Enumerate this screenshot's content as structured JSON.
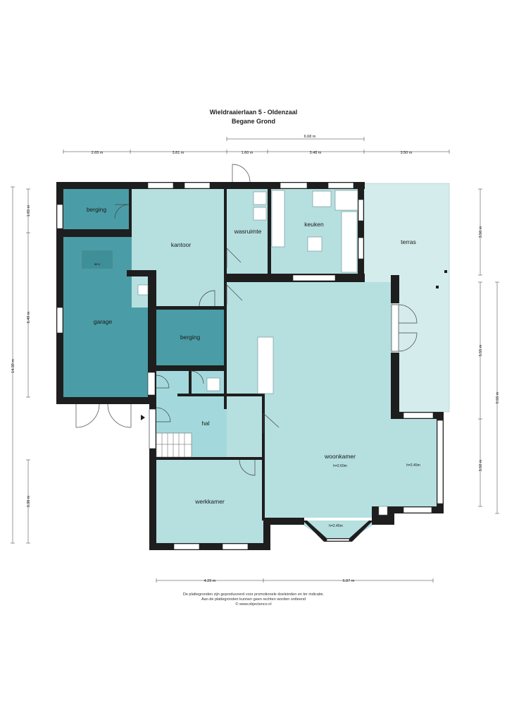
{
  "header": {
    "title": "Wieldraaierlaan 5 - Oldenzaal",
    "subtitle": "Begane Grond"
  },
  "colors": {
    "wall": "#1e1e1e",
    "room_light": "#b6dfe0",
    "room_mid": "#a3d9dc",
    "room_dark": "#4a9da6",
    "terrace": "#d5ecec",
    "window": "#ffffff"
  },
  "rooms": {
    "berging_top": "berging",
    "garage": "garage",
    "alco": "alco",
    "kantoor": "kantoor",
    "wasruimte": "wasruimte",
    "keuken": "keuken",
    "terras": "terras",
    "berging_mid": "berging",
    "hal": "hal",
    "woonkamer": "woonkamer",
    "woonkamer_height": "h=2.60m",
    "serre_height": "h=2.45m",
    "werkkamer": "werkkamer",
    "erker_height": "h=2.45m"
  },
  "dimensions": {
    "top_total": "6.68 m",
    "top_1": "2.65 m",
    "top_2": "3.81 m",
    "top_3": "1.60 m",
    "top_4": "3.48 m",
    "top_5": "3.50 m",
    "left_total": "14.39 m",
    "left_1": "1.65 m",
    "left_2": "6.49 m",
    "left_3": "3.38 m",
    "right_1": "3.50 m",
    "right_2": "5.55 m",
    "right_3": "3.50 m",
    "right_total": "9.56 m",
    "bottom_1": "4.29 m",
    "bottom_2": "6.87 m"
  },
  "footer": {
    "line1": "De plattegronden zijn geproduceerd voor promotionele doeleinden en ter indicatie.",
    "line2": "Aan de plattegronden kunnen geen rechten worden ontleend",
    "line3": "© www.objectenco.nl"
  }
}
